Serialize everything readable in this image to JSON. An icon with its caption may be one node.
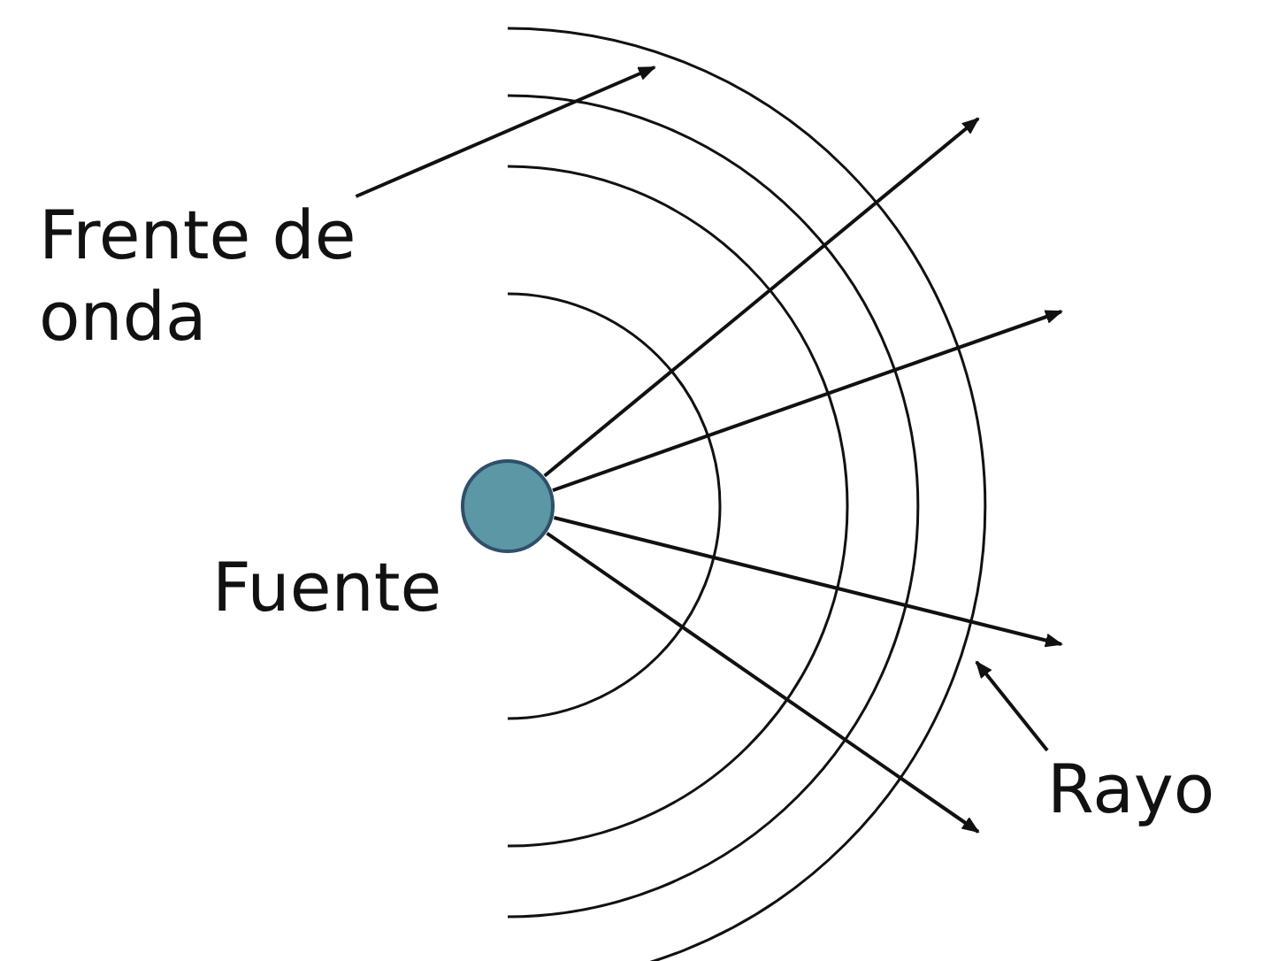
{
  "diagram": {
    "nodes": [
      {
        "text": [
          "Frente de onda"
        ]
      },
      {
        "text": [],
        "shape": "circle",
        "beside": [
          "Fuente"
        ]
      },
      {
        "text": [
          "Rayo"
        ]
      }
    ],
    "edges": [
      {
        "from": 1,
        "to": null,
        "arrow": "to"
      },
      {
        "from": 1,
        "to": null,
        "arrow": "to"
      },
      {
        "from": 1,
        "to": null,
        "arrow": "to"
      },
      {
        "from": 1,
        "to": null,
        "arrow": "to"
      },
      {
        "from": 0,
        "to": null,
        "arrow": "to"
      },
      {
        "from": 2,
        "to": null,
        "arrow": "to"
      }
    ]
  }
}
